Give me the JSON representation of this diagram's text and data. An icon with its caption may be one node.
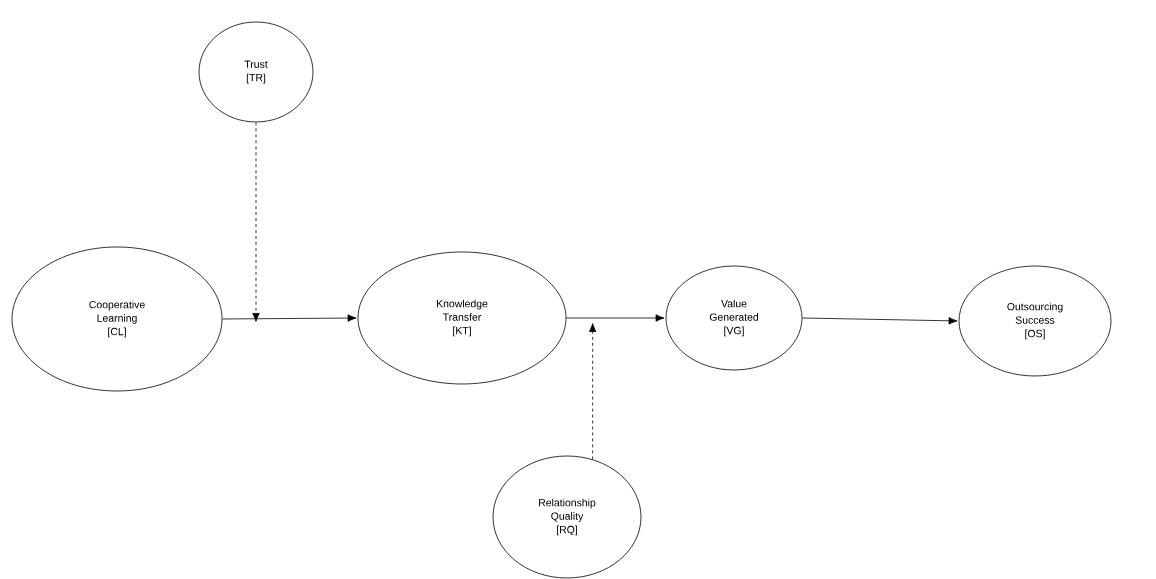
{
  "diagram": {
    "nodes": [
      {
        "text": [
          "Trust",
          "[TR]"
        ]
      },
      {
        "text": [
          "Cooperative Learning",
          "[CL]"
        ]
      },
      {
        "text": [
          "Knowledge Transfer",
          "[KT]"
        ]
      },
      {
        "text": [
          "Value Generated",
          "[VG]"
        ]
      },
      {
        "text": [
          "Outsourcing Success",
          "[OS]"
        ]
      },
      {
        "text": [
          "Relationship Quality",
          "[RQ]"
        ]
      }
    ],
    "edges": [
      {
        "from": 1,
        "to": 2,
        "arrow": "to"
      },
      {
        "from": 2,
        "to": 3,
        "arrow": "to"
      },
      {
        "from": 3,
        "to": 4,
        "arrow": "to"
      },
      {
        "from": 0,
        "to": null,
        "arrow": "to",
        "style": "dashed"
      },
      {
        "from": 5,
        "to": null,
        "arrow": "to",
        "style": "dashed"
      }
    ]
  }
}
